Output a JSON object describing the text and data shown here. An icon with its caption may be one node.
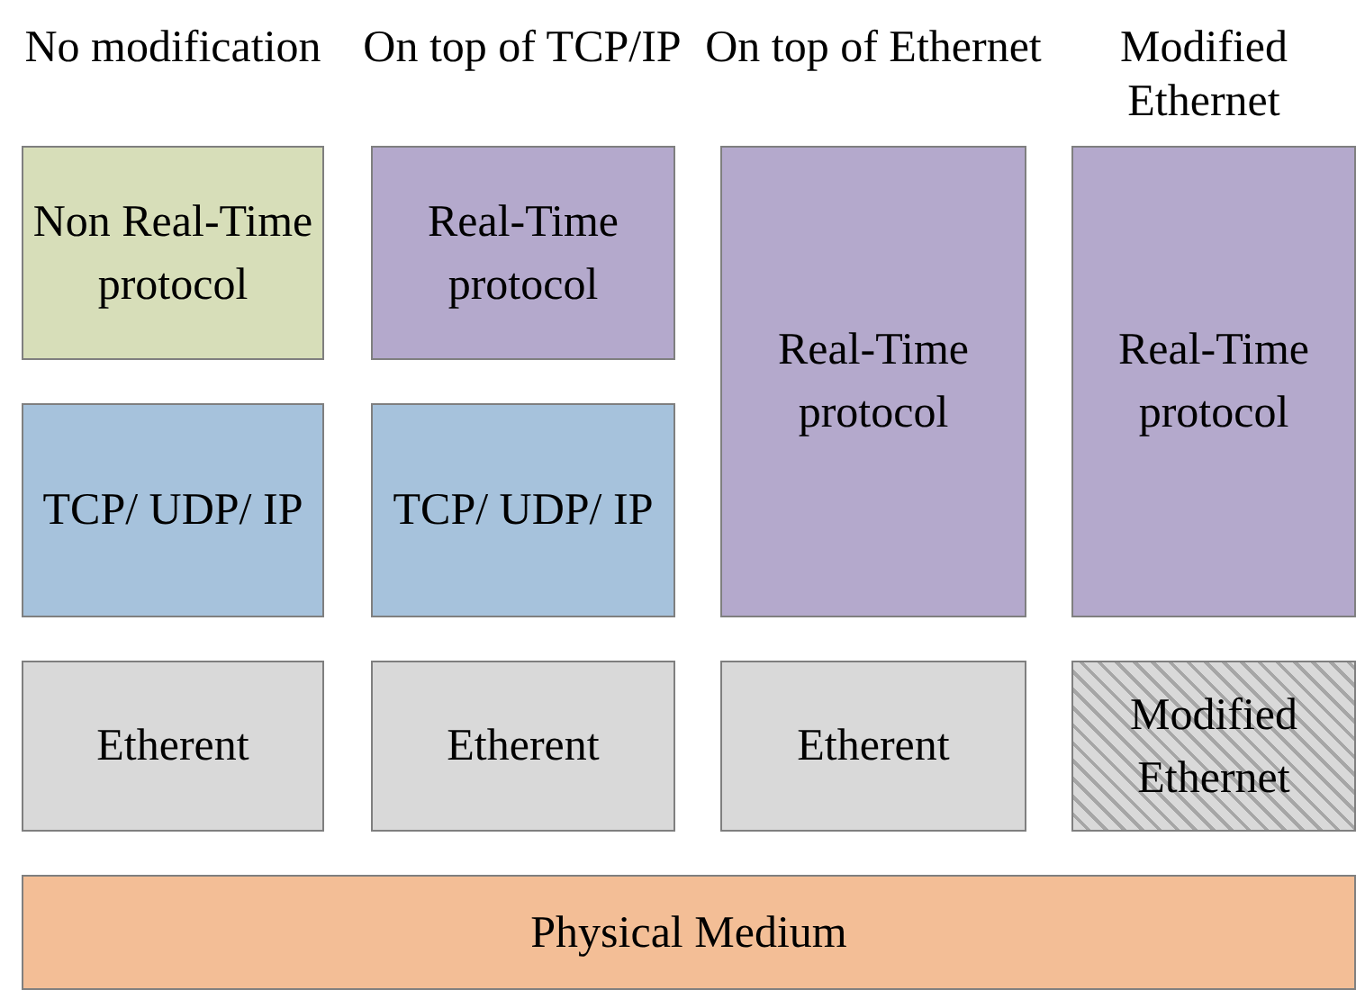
{
  "diagram": {
    "nodes": [
      {
        "text": [
          "Non Real-Time protocol"
        ]
      },
      {
        "text": [
          "Real-Time protocol"
        ]
      },
      {
        "text": [
          "Real-Time protocol"
        ]
      },
      {
        "text": [
          "Real-Time protocol"
        ]
      },
      {
        "text": [
          "TCP/ UDP/ IP"
        ]
      },
      {
        "text": [
          "TCP/ UDP/ IP"
        ]
      },
      {
        "text": [
          "Etherent"
        ]
      },
      {
        "text": [
          "Etherent"
        ]
      },
      {
        "text": [
          "Etherent"
        ]
      },
      {
        "text": [
          "Modified Ethernet"
        ]
      },
      {
        "text": [
          "Physical Medium"
        ]
      }
    ],
    "labels": [
      "No modification",
      "On top of TCP/IP",
      "On top of Ethernet",
      "Modified Ethernet"
    ]
  }
}
